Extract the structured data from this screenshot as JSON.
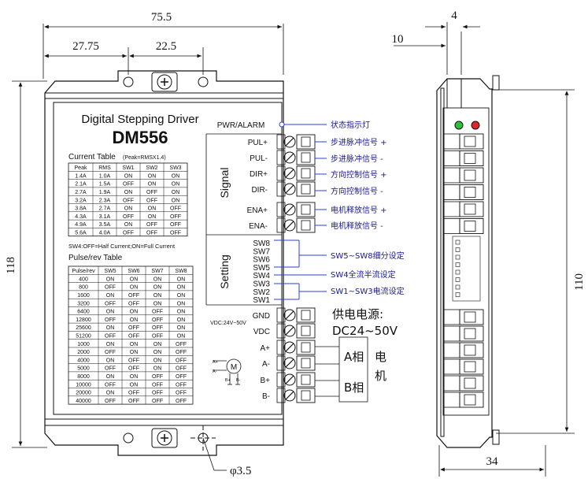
{
  "dimensions": {
    "total_width": "75.5",
    "left_offset": "27.75",
    "hole_spacing": "22.5",
    "height": "118",
    "hole_dia": "φ3.5",
    "side_top": "4",
    "side_offset": "10",
    "side_height": "110",
    "side_width": "34"
  },
  "panel": {
    "title": "Digital Stepping Driver",
    "model": "DM556",
    "current_table_title": "Current Table",
    "current_table_note": "(Peak=RMSX1.4)",
    "sw4_note": "SW4:OFF=Half Current;ON=Full Current",
    "pulse_table_title": "Pulse/rev Table",
    "vdc_note": "VDC:24V~50V",
    "motor_symbol": "M",
    "motor_labels": [
      "A+",
      "A-",
      "B+",
      "B-"
    ]
  },
  "current_table": {
    "headers": [
      "Peak",
      "RMS",
      "SW1",
      "SW2",
      "SW3"
    ],
    "rows": [
      [
        "1.4A",
        "1.0A",
        "ON",
        "ON",
        "ON"
      ],
      [
        "2.1A",
        "1.5A",
        "OFF",
        "ON",
        "ON"
      ],
      [
        "2.7A",
        "1.9A",
        "ON",
        "OFF",
        "ON"
      ],
      [
        "3.2A",
        "2.3A",
        "OFF",
        "OFF",
        "ON"
      ],
      [
        "3.8A",
        "2.7A",
        "ON",
        "ON",
        "OFF"
      ],
      [
        "4.3A",
        "3.1A",
        "OFF",
        "ON",
        "OFF"
      ],
      [
        "4.9A",
        "3.5A",
        "ON",
        "OFF",
        "OFF"
      ],
      [
        "5.6A",
        "4.0A",
        "OFF",
        "OFF",
        "OFF"
      ]
    ]
  },
  "pulse_table": {
    "headers": [
      "Pulse/rev",
      "SW5",
      "SW6",
      "SW7",
      "SW8"
    ],
    "rows": [
      [
        "400",
        "ON",
        "ON",
        "ON",
        "ON"
      ],
      [
        "800",
        "OFF",
        "ON",
        "ON",
        "ON"
      ],
      [
        "1600",
        "ON",
        "OFF",
        "ON",
        "ON"
      ],
      [
        "3200",
        "OFF",
        "OFF",
        "ON",
        "ON"
      ],
      [
        "6400",
        "ON",
        "ON",
        "OFF",
        "ON"
      ],
      [
        "12800",
        "OFF",
        "ON",
        "OFF",
        "ON"
      ],
      [
        "25600",
        "ON",
        "OFF",
        "OFF",
        "ON"
      ],
      [
        "51200",
        "OFF",
        "OFF",
        "OFF",
        "ON"
      ],
      [
        "1000",
        "ON",
        "ON",
        "ON",
        "OFF"
      ],
      [
        "2000",
        "OFF",
        "ON",
        "ON",
        "OFF"
      ],
      [
        "4000",
        "ON",
        "OFF",
        "ON",
        "OFF"
      ],
      [
        "5000",
        "OFF",
        "OFF",
        "ON",
        "OFF"
      ],
      [
        "8000",
        "ON",
        "ON",
        "OFF",
        "OFF"
      ],
      [
        "10000",
        "OFF",
        "ON",
        "OFF",
        "OFF"
      ],
      [
        "20000",
        "ON",
        "OFF",
        "OFF",
        "OFF"
      ],
      [
        "40000",
        "OFF",
        "OFF",
        "OFF",
        "OFF"
      ]
    ]
  },
  "sections": {
    "pwr": "PWR/ALARM",
    "signal": "Signal",
    "setting": "Setting",
    "signal_pins": [
      "PUL+",
      "PUL-",
      "DIR+",
      "DIR-",
      "ENA+",
      "ENA-"
    ],
    "switches": [
      "SW8",
      "SW7",
      "SW6",
      "SW5",
      "SW4",
      "SW3",
      "SW2",
      "SW1"
    ],
    "power_pins": [
      "GND",
      "VDC",
      "A+",
      "A-",
      "B+",
      "B-"
    ]
  },
  "annotations": {
    "status_led": "状态指示灯",
    "pul_plus": "步进脉冲信号 +",
    "pul_minus": "步进脉冲信号 -",
    "dir_plus": "方向控制信号 +",
    "dir_minus": "方向控制信号 -",
    "ena_plus": "电机释放信号 +",
    "ena_minus": "电机释放信号 -",
    "sw5_8": "SW5~SW8细分设定",
    "sw4": "SW4全流半流设定",
    "sw1_3": "SW1~SW3电流设定",
    "power_supply": "供电电源:",
    "power_range": "DC24~50V",
    "phase_a": "A相",
    "phase_b": "B相",
    "motor_1": "电",
    "motor_2": "机"
  },
  "colors": {
    "led_green": "#2fbf3a",
    "led_red": "#e0262a",
    "annotation_blue": "#2b3fd6"
  }
}
